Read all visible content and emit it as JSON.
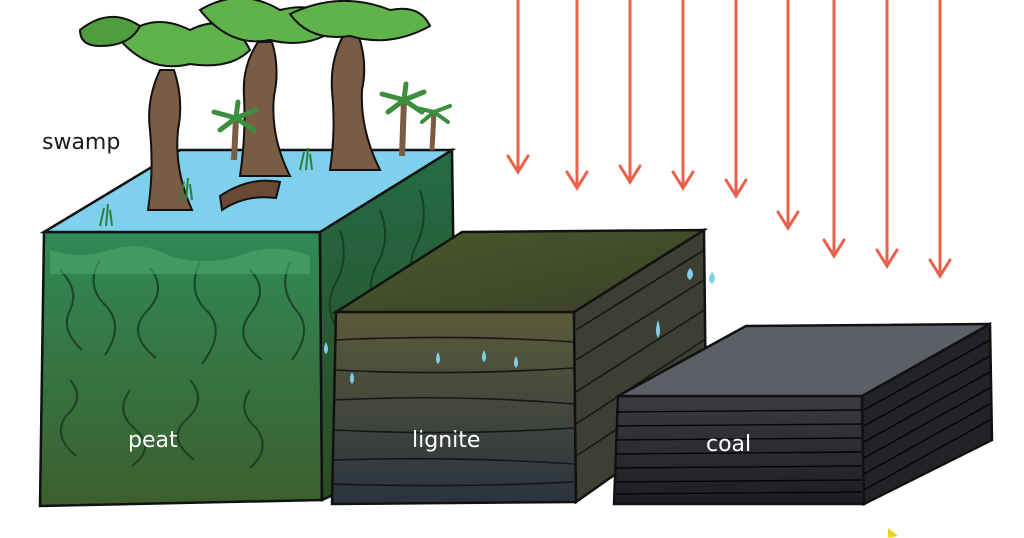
{
  "labels": {
    "swamp": "swamp",
    "peat": "peat",
    "lignite": "lignite",
    "coal": "coal"
  },
  "colors": {
    "arrow": "#e8614a",
    "water": "#7fd0ec",
    "peat_top": "#2f8a56",
    "peat_bottom": "#3d5e2e",
    "lignite_top": "#5a5a3a",
    "lignite_bottom": "#2b3340",
    "coal_top": "#5c5f66",
    "coal_side": "#2a2c30",
    "outline": "#111111"
  },
  "icons": [
    "pressure-arrow",
    "tree-icon",
    "palm-icon",
    "water-droplet-icon"
  ]
}
